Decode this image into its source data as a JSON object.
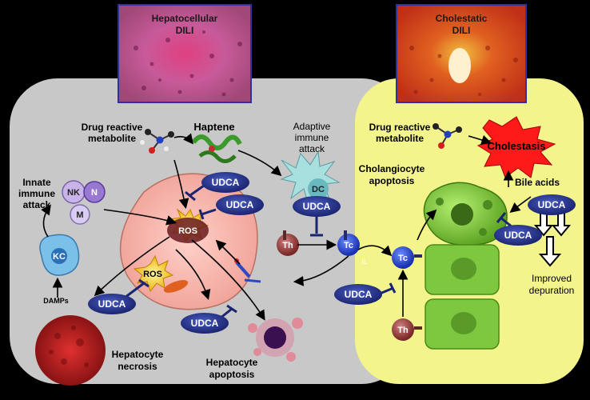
{
  "panels": {
    "hepatocellular_title_line1": "Hepatocellular",
    "hepatocellular_title_line2": "DILI",
    "cholestatic_title_line1": "Cholestatic",
    "cholestatic_title_line2": "DILI"
  },
  "left": {
    "drug_metabolite_line1": "Drug reactive",
    "drug_metabolite_line2": "metabolite",
    "haptene": "Haptene",
    "adaptive_line1": "Adaptive",
    "adaptive_line2": "immune",
    "adaptive_line3": "attack",
    "innate_line1": "Innate",
    "innate_line2": "immune",
    "innate_line3": "attack",
    "nk": "NK",
    "n": "N",
    "m": "M",
    "kc": "KC",
    "dc": "DC",
    "damps": "DAMPs",
    "ros_main": "ROS",
    "ros_mito": "ROS",
    "th": "Th",
    "tc": "Tc",
    "il": "IL",
    "necrosis_line1": "Hepatocyte",
    "necrosis_line2": "necrosis",
    "apoptosis_line1": "Hepatocyte",
    "apoptosis_line2": "apoptosis"
  },
  "right": {
    "drug_metabolite_line1": "Drug reactive",
    "drug_metabolite_line2": "metabolite",
    "cholestasis": "Cholestasis",
    "cholangiocyte_line1": "Cholangiocyte",
    "cholangiocyte_line2": "apoptosis",
    "bile_acids": "Bile acids",
    "improved_line1": "Improved",
    "improved_line2": "depuration",
    "tc": "Tc",
    "th": "Th"
  },
  "udca": {
    "label": "UDCA"
  },
  "colors": {
    "gray_panel": "#c8c8c8",
    "yellow_panel": "#f4f48c",
    "udca_blue": "#2c3a8c",
    "hepatocyte_pink": "#f6b2a8",
    "cholangiocyte_green": "#7ec840"
  }
}
